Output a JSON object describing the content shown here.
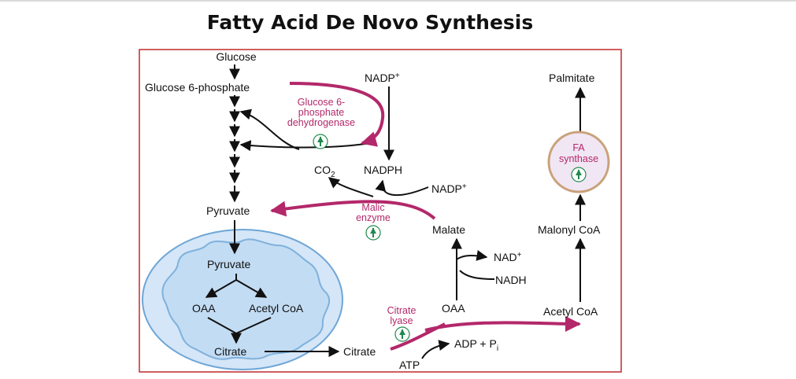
{
  "title": "Fatty Acid De Novo Synthesis",
  "colors": {
    "frame": "#c0282d",
    "enzyme": "#b3286a",
    "mito_fill": "#cfe3f6",
    "mito_stroke": "#6fa6d6",
    "up_arrow": "#1f8a4c",
    "fa_ring": "#c9a27a",
    "fa_fill": "#f3e8f4"
  },
  "labels": {
    "glucose": "Glucose",
    "g6p": "Glucose 6-phosphate",
    "nadp_top": "NADP",
    "nadph": "NADPH",
    "co2": "CO",
    "nadp_mid": "NADP",
    "pyruvate_cyto": "Pyruvate",
    "malate": "Malate",
    "nad": "NAD",
    "nadh": "NADH",
    "oaa_cyto": "OAA",
    "pyruvate_mito": "Pyruvate",
    "oaa_mito": "OAA",
    "acetylcoa_mito": "Acetyl CoA",
    "citrate_mito": "Citrate",
    "citrate_cyto": "Citrate",
    "adp": "ADP + P",
    "atp": "ATP",
    "acetylcoa_cyto": "Acetyl CoA",
    "malonylcoa": "Malonyl CoA",
    "palmitate": "Palmitate",
    "plus": "+",
    "sub2": "2",
    "subi": "i"
  },
  "enzymes": {
    "g6pd_line1": "Glucose 6-",
    "g6pd_line2": "phosphate",
    "g6pd_line3": "dehydrogenase",
    "malic_line1": "Malic",
    "malic_line2": "enzyme",
    "citrate_lyase_line1": "Citrate",
    "citrate_lyase_line2": "lyase",
    "fa_line1": "FA",
    "fa_line2": "synthase"
  },
  "icons": [
    "up-arrow-icon"
  ]
}
